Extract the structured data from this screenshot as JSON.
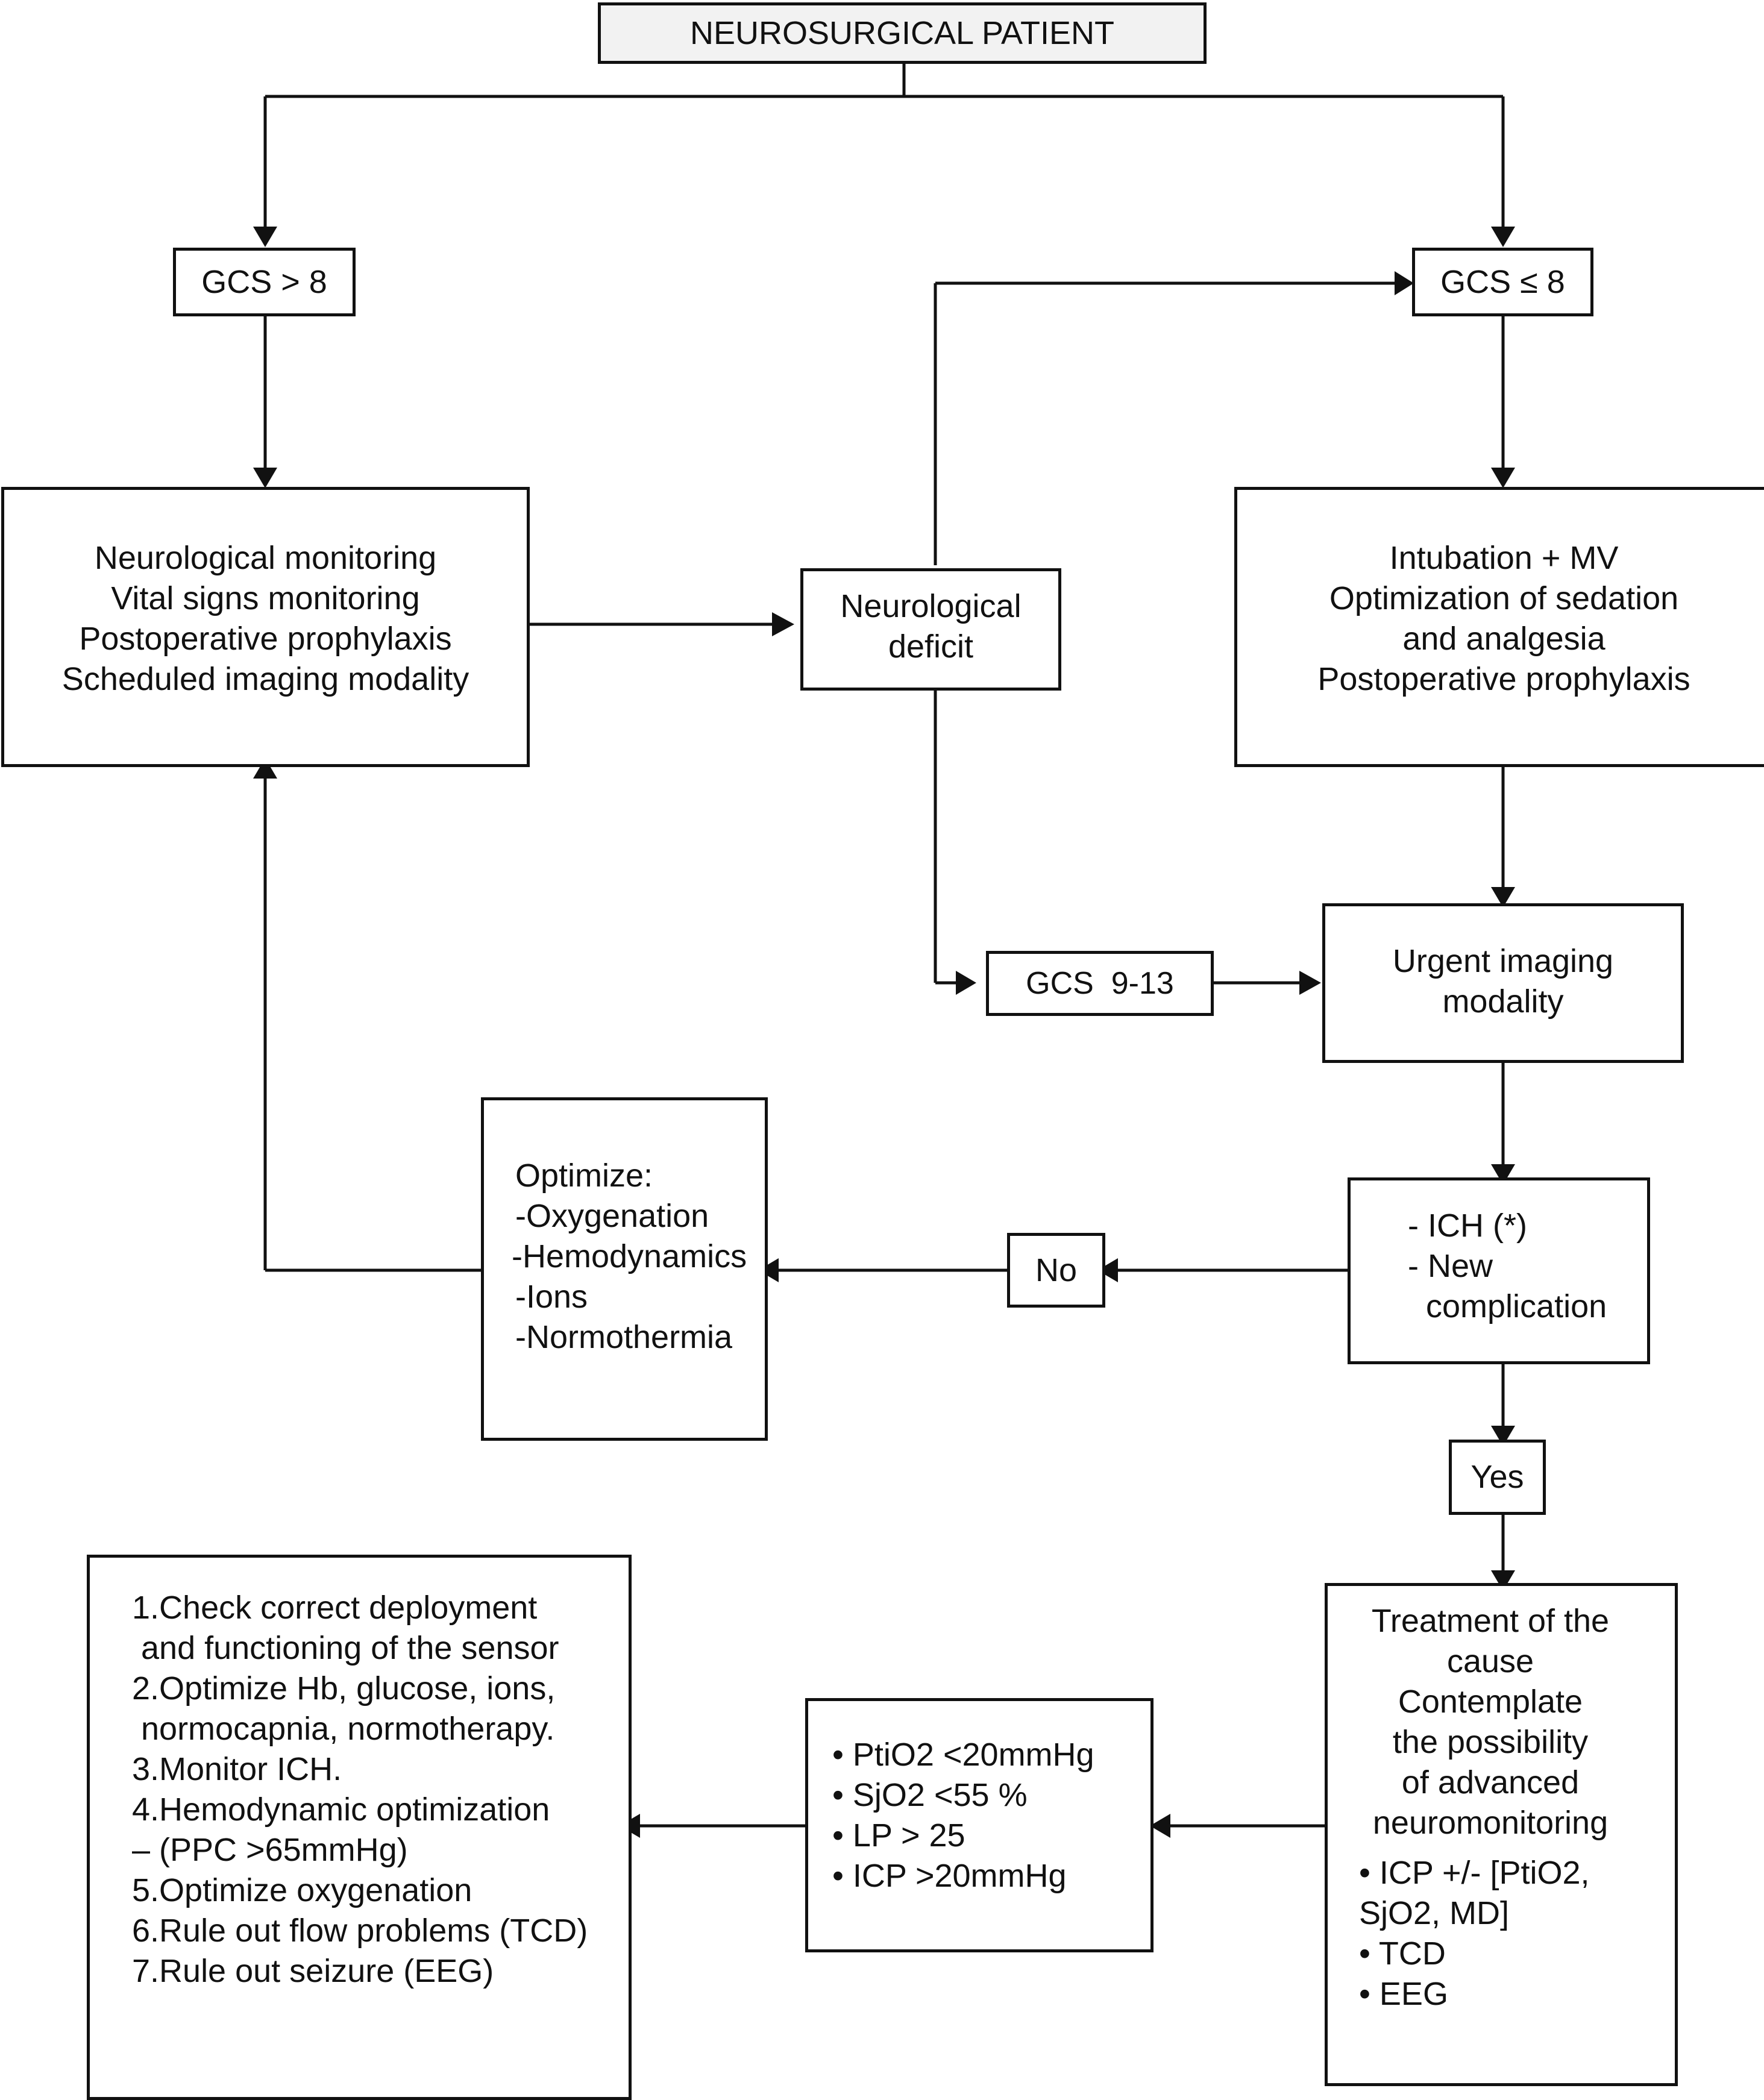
{
  "nodes": {
    "top": "NEUROSURGICAL PATIENT",
    "gcs_gt8": "GCS > 8",
    "gcs_le8": "GCS ≤ 8",
    "left_care": [
      "Neurological monitoring",
      "Vital signs monitoring",
      "Postoperative prophylaxis",
      "Scheduled imaging modality"
    ],
    "deficit": [
      "Neurological",
      "deficit"
    ],
    "right_care": [
      "Intubation + MV",
      "Optimization of sedation",
      "and analgesia",
      "Postoperative prophylaxis"
    ],
    "gcs_913": "GCS  9-13",
    "urgent": [
      "Urgent imaging",
      "modality"
    ],
    "optimize": [
      "Optimize:",
      "-Oxygenation",
      "-Hemodynamics",
      "-Ions",
      "-Normothermia"
    ],
    "no": "No",
    "ich": [
      "- ICH (*)",
      "- New",
      "  complication"
    ],
    "yes": "Yes",
    "treatment": [
      "Treatment of the",
      "cause",
      "Contemplate",
      "the possibility",
      "of advanced",
      "neuromonitoring"
    ],
    "treatment_bullets": [
      "• ICP +/- [PtiO2,",
      "SjO2, MD]",
      "• TCD",
      "• EEG"
    ],
    "thresholds": [
      "• PtiO2 <20mmHg",
      "• SjO2 <55 %",
      "• LP > 25",
      "• ICP >20mmHg"
    ],
    "actions": [
      "1.Check correct deployment",
      " and functioning of the sensor",
      "2.Optimize Hb, glucose, ions,",
      " normocapnia, normotherapy.",
      "3.Monitor ICH.",
      "4.Hemodynamic optimization",
      "– (PPC >65mmHg)",
      "5.Optimize oxygenation",
      "6.Rule out flow problems (TCD)",
      "7.Rule out seizure (EEG)"
    ]
  }
}
